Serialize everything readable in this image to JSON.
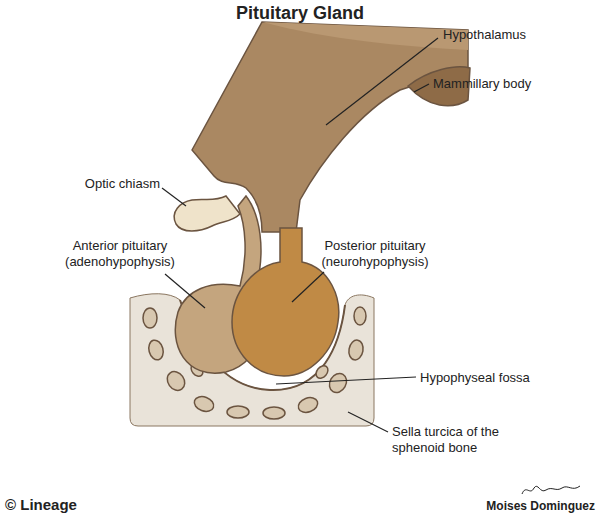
{
  "diagram": {
    "title": "Pituitary Gland",
    "labels": [
      "Hypothalamus",
      "Mammillary body",
      "Optic chiasm",
      "Anterior pituitary (adenohypophysis)",
      "Posterior pituitary (neurohypophysis)",
      "Hypophyseal fossa",
      "Sella turcica of the sphenoid bone",
      "© Lineage",
      "Moises Dominguez"
    ]
  }
}
